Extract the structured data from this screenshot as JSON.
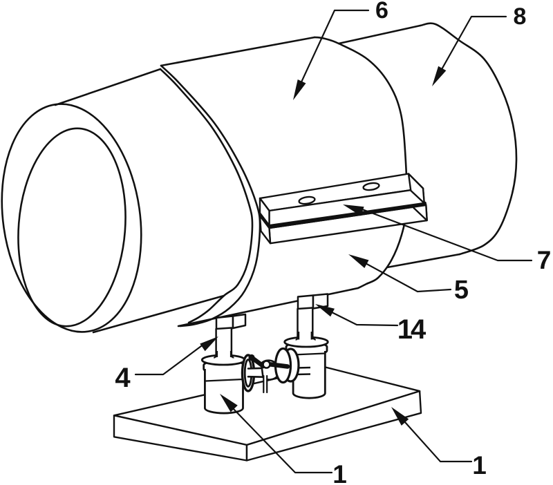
{
  "figure": {
    "type": "patent-technical-line-drawing",
    "description": "Isometric line drawing of a cylindrical pipeline device: a pipe clamped by a two-half sleeve joined by a bolted flange strip, supported by two damper posts with cups standing on a rectangular base plate, with a hand valve between the posts",
    "background_color": "#ffffff",
    "line_color": "#111111",
    "labels": [
      {
        "id": "6",
        "text": "6"
      },
      {
        "id": "8",
        "text": "8"
      },
      {
        "id": "7",
        "text": "7"
      },
      {
        "id": "5",
        "text": "5"
      },
      {
        "id": "14",
        "text": "14"
      },
      {
        "id": "4",
        "text": "4"
      },
      {
        "id": "1a",
        "text": "1"
      },
      {
        "id": "1b",
        "text": "1"
      }
    ]
  }
}
